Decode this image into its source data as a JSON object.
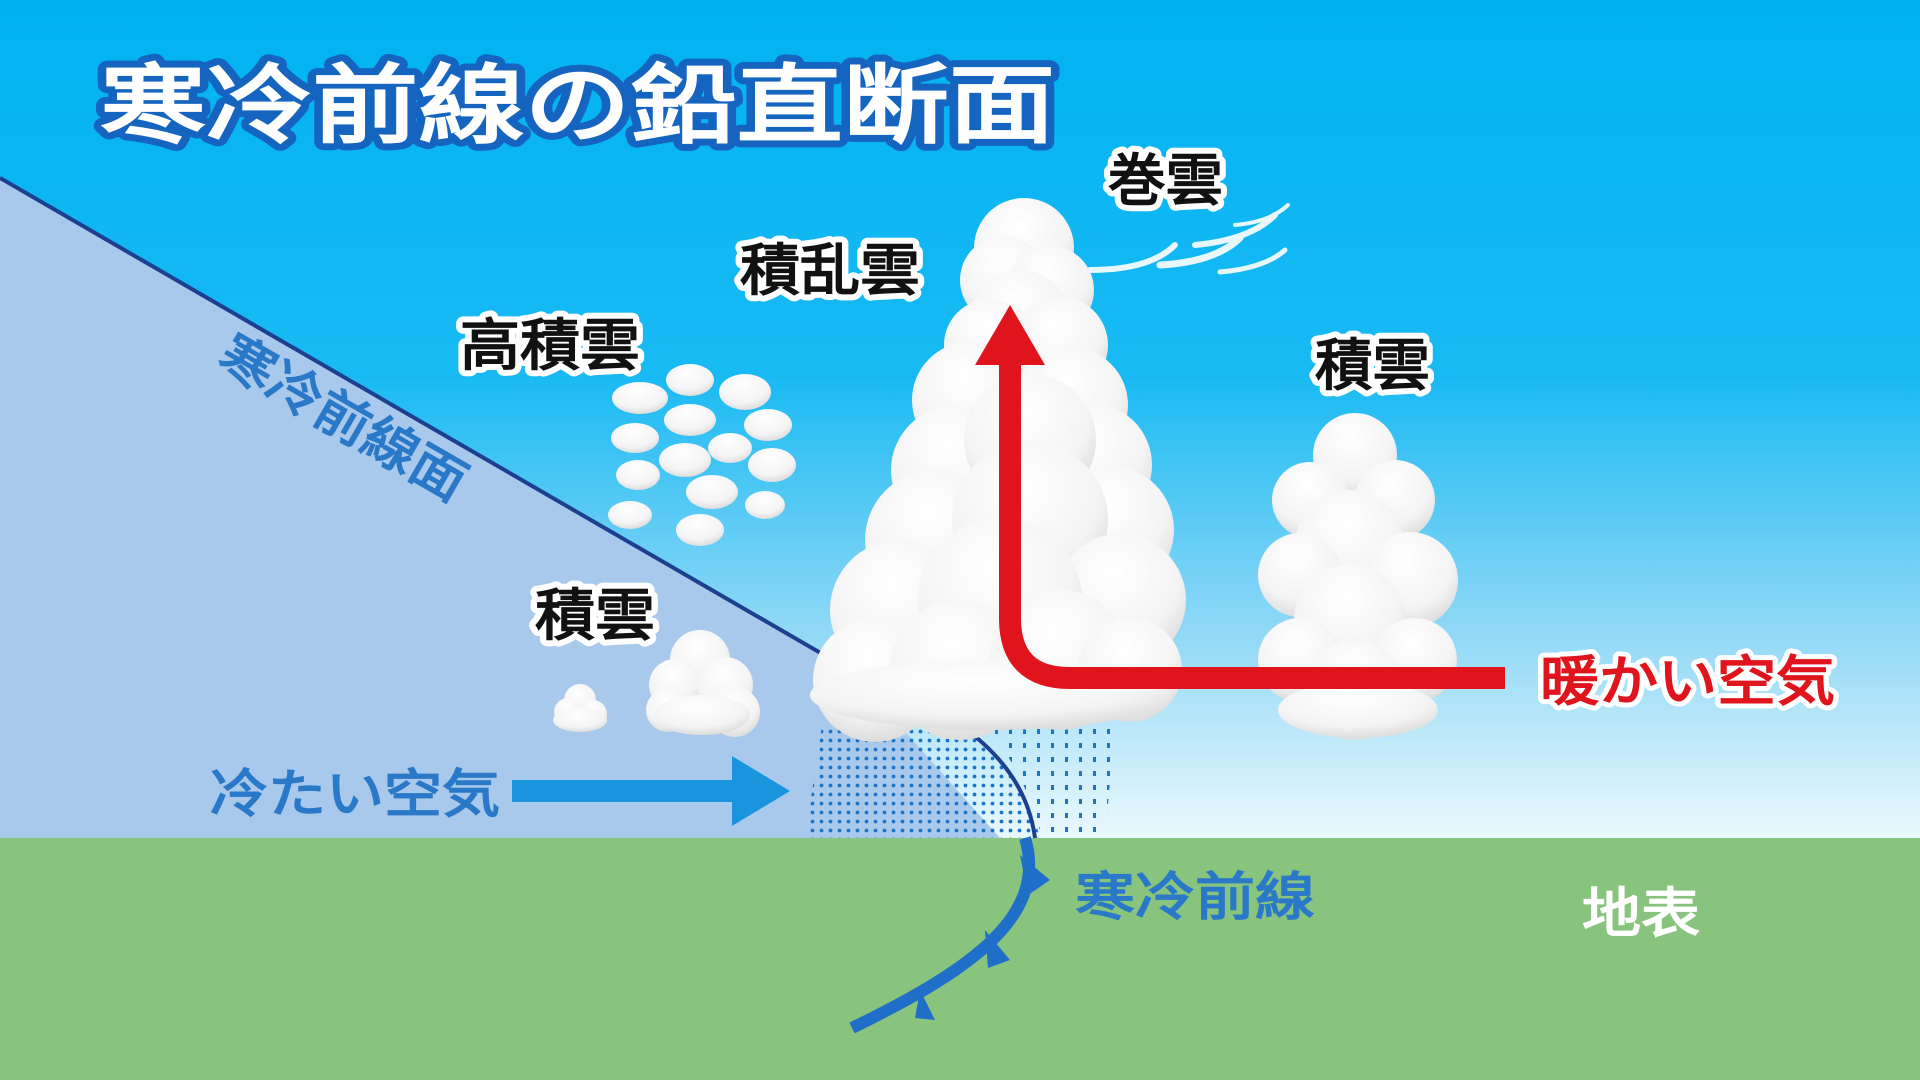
{
  "title": "寒冷前線の鉛直断面",
  "labels": {
    "cirrus": "巻雲",
    "cumulonimbus": "積乱雲",
    "altocumulus": "高積雲",
    "cumulus_left": "積雲",
    "cumulus_right": "積雲",
    "front_surface": "寒冷前線面",
    "cold_air": "冷たい空気",
    "warm_air": "暖かい空気",
    "cold_front": "寒冷前線",
    "ground": "地表"
  },
  "colors": {
    "sky_top": "#00b0f0",
    "sky_bottom": "#e4f6fc",
    "cold_air_mass": "#a9c9ec",
    "ground": "#88c47e",
    "front_line": "#1d3f8f",
    "warm_arrow": "#e0141c",
    "cold_arrow": "#1a94dc",
    "front_symbol": "#1f6fc8",
    "rain": "#1a74c8"
  }
}
